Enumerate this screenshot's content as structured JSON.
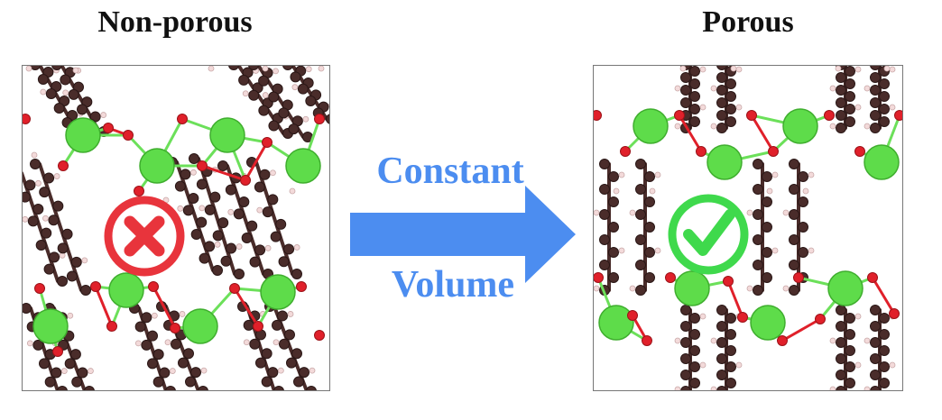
{
  "left_panel": {
    "title": "Non-porous",
    "status": "not-allowed"
  },
  "right_panel": {
    "title": "Porous",
    "status": "allowed"
  },
  "transition": {
    "line1": "Constant",
    "line2": "Volume"
  },
  "colors": {
    "arrow": "#4C8DF0",
    "label": "#4C8DF0",
    "metal": "#5EDC4A",
    "oxygen": "#E0202A",
    "carbon": "#4A2C2A",
    "hydrogen": "#F3DADA",
    "bond_metal": "#6CE05A",
    "cross": "#E8343C",
    "check": "#3FD94C"
  },
  "icons": {
    "left_marker": "x-circle-icon",
    "right_marker": "check-circle-icon"
  }
}
